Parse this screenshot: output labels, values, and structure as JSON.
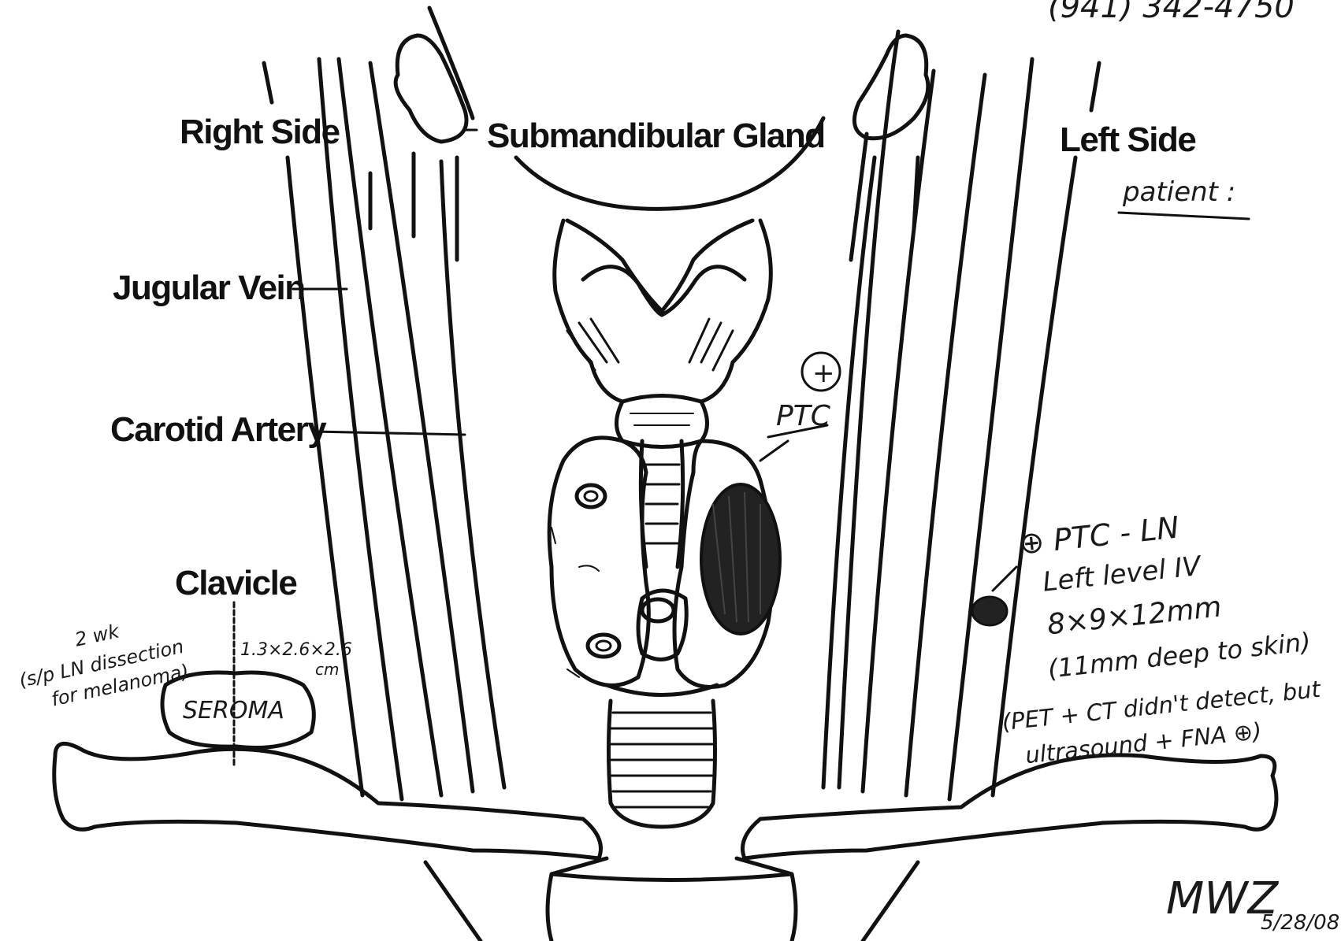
{
  "labels": {
    "right_side": "Right Side",
    "left_side": "Left Side",
    "submandibular_gland": "Submandibular Gland",
    "jugular_vein": "Jugular Vein",
    "carotid_artery": "Carotid Artery",
    "clavicle": "Clavicle"
  },
  "annotations": {
    "phone_fragment": "(941) 342-4750",
    "patient": "patient :",
    "ptc_plus": "+",
    "ptc": "PTC",
    "ln_finding": {
      "line1": "⊕ PTC - LN",
      "line2": "Left level IV",
      "line3": "8×9×12mm",
      "line4": "(11mm deep to skin)",
      "line5": "(PET + CT didn't detect, but",
      "line6": "ultrasound + FNA ⊕)"
    },
    "seroma": {
      "note_line1": "2 wk",
      "note_line2": "(s/p LN dissection",
      "note_line3": "for melanoma)",
      "size": "1.3×2.6×2.6",
      "unit": "cm",
      "label": "SEROMA"
    },
    "signature": "MWZ",
    "date": "5/28/08"
  }
}
